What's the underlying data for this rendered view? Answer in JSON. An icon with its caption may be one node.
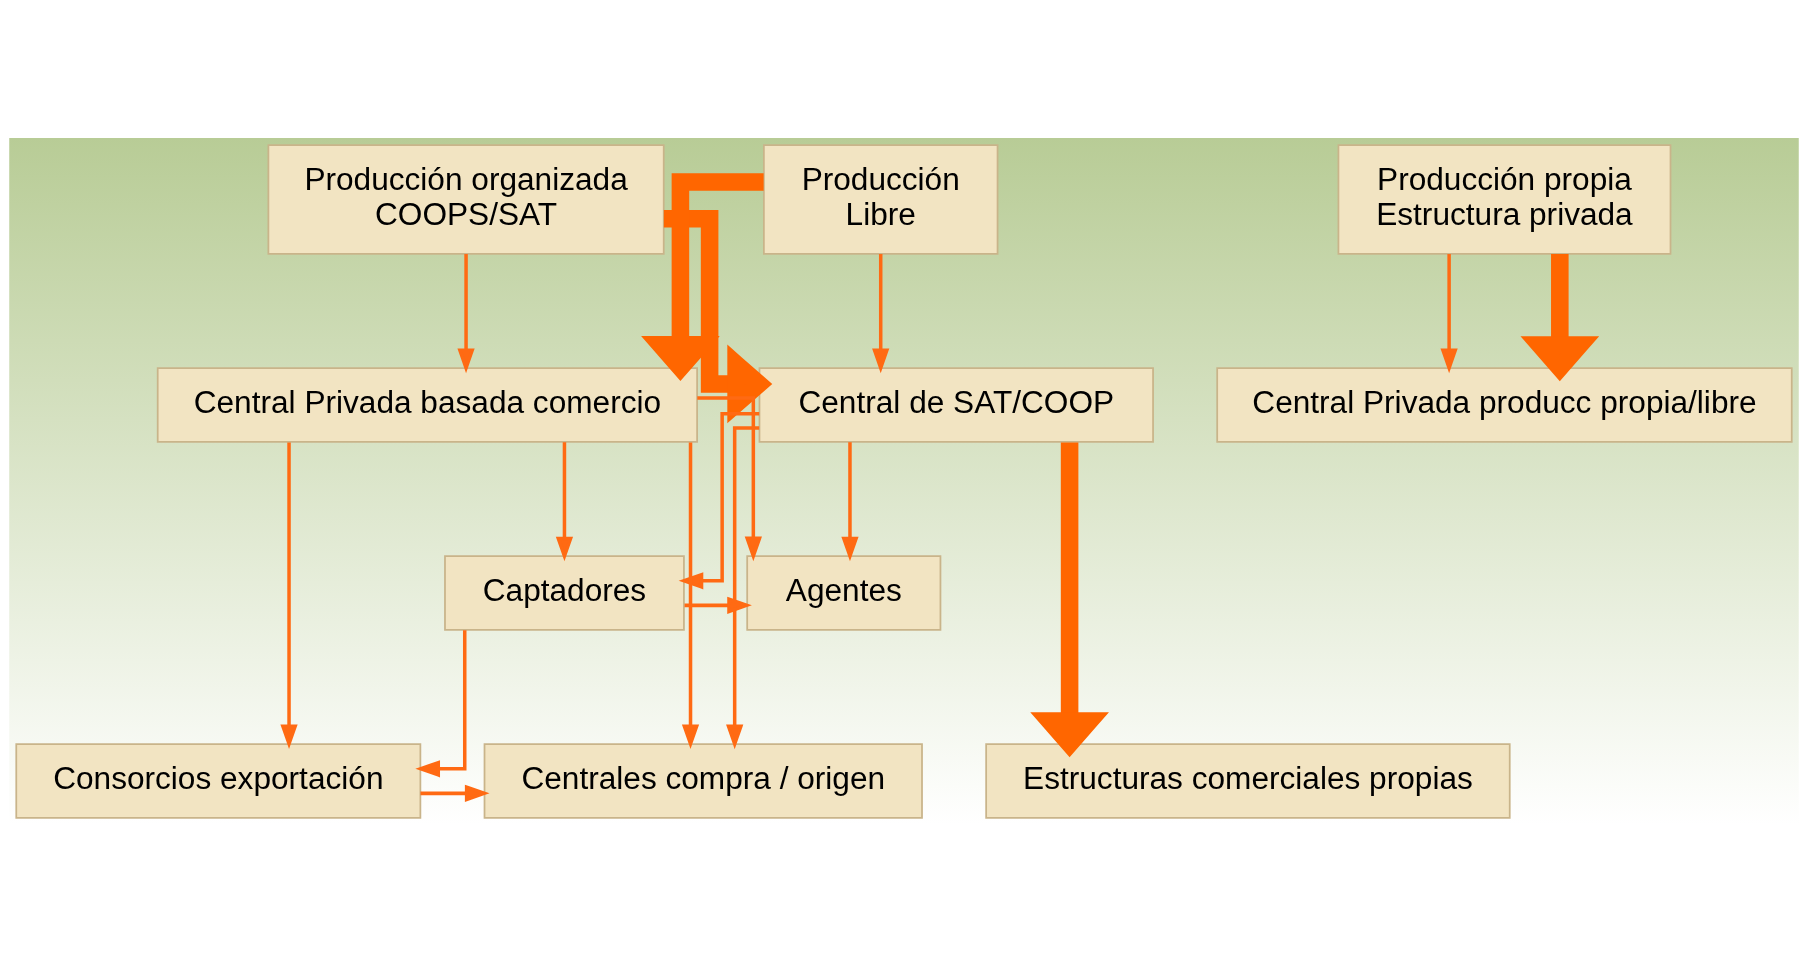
{
  "diagram": {
    "nodes": [
      {
        "text": [
          "Producción organizada",
          "COOPS/SAT"
        ]
      },
      {
        "text": [
          "Producción",
          "Libre"
        ]
      },
      {
        "text": [
          "Producción propia",
          "Estructura privada"
        ]
      },
      {
        "text": [
          "Central de SAT/COOP"
        ]
      },
      {
        "text": [
          "Central Privada basada comercio"
        ]
      },
      {
        "text": [
          "Central Privada producc propia/libre"
        ]
      },
      {
        "text": [
          "Captadores"
        ]
      },
      {
        "text": [
          "Agentes"
        ]
      },
      {
        "text": [
          "Estructuras comerciales propias"
        ]
      },
      {
        "text": [
          "Centrales compra / origen"
        ]
      },
      {
        "text": [
          "Consorcios exportación"
        ]
      }
    ],
    "edges": [
      {
        "from": 0,
        "to": 3,
        "arrow": "to",
        "style": "thick"
      },
      {
        "from": 0,
        "to": 4,
        "arrow": "to"
      },
      {
        "from": 1,
        "to": 3,
        "arrow": "to"
      },
      {
        "from": 1,
        "to": 4,
        "arrow": "to",
        "style": "thick"
      },
      {
        "from": 2,
        "to": 5,
        "arrow": "to"
      },
      {
        "from": 2,
        "to": 5,
        "arrow": "to",
        "style": "thick"
      },
      {
        "from": 3,
        "to": 8,
        "arrow": "to",
        "style": "thick"
      },
      {
        "from": 3,
        "to": 7,
        "arrow": "to"
      },
      {
        "from": 3,
        "to": 6,
        "arrow": "to"
      },
      {
        "from": 3,
        "to": 9,
        "arrow": "to"
      },
      {
        "from": 4,
        "to": 9,
        "arrow": "to"
      },
      {
        "from": 4,
        "to": 10,
        "arrow": "to"
      },
      {
        "from": 4,
        "to": 7,
        "arrow": "to"
      },
      {
        "from": 4,
        "to": 6,
        "arrow": "to"
      },
      {
        "from": 6,
        "to": 7,
        "arrow": "to"
      },
      {
        "from": 6,
        "to": 10,
        "arrow": "to"
      },
      {
        "from": 10,
        "to": 9,
        "arrow": "to"
      }
    ]
  }
}
